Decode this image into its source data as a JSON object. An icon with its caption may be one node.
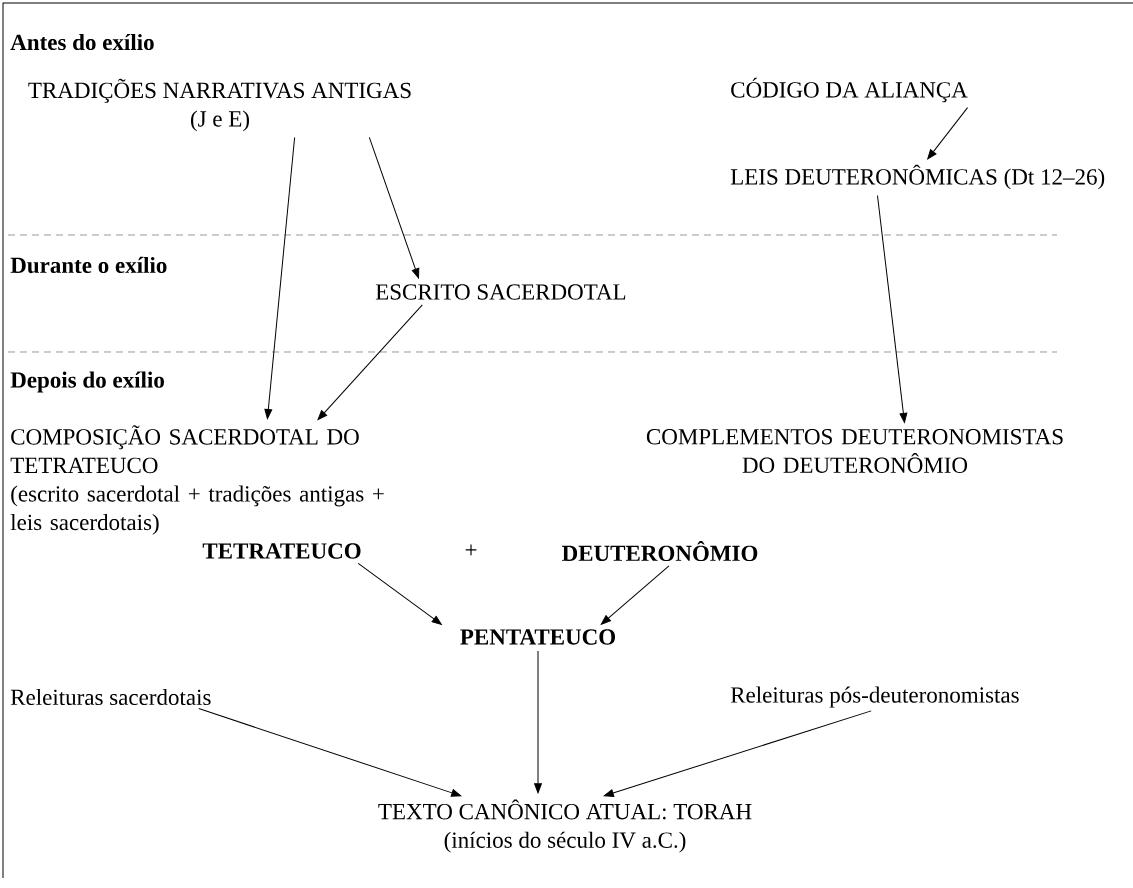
{
  "diagram": {
    "nodes": [
      {
        "text": [
          "TRADIÇÕES NARRATIVAS ANTIGAS",
          "(J e E)"
        ]
      },
      {
        "text": [
          "CÓDIGO DA ALIANÇA"
        ]
      },
      {
        "text": [
          "LEIS DEUTERONÔMICAS (Dt 12–26)"
        ]
      },
      {
        "text": [
          "ESCRITO SACERDOTAL"
        ]
      },
      {
        "text": [
          "COMPOSIÇÃO SACERDOTAL DO TETRATEUCO",
          "(escrito sacerdotal + tradições antigas + leis sacerdotais)"
        ]
      },
      {
        "text": [
          "COMPLEMENTOS DEUTERONOMISTAS DO DEUTERONÔMIO"
        ]
      },
      {
        "text": [
          "TETRATEUCO"
        ]
      },
      {
        "text": [
          "DEUTERONÔMIO"
        ]
      },
      {
        "text": [
          "PENTATEUCO"
        ]
      },
      {
        "text": [
          "Releituras sacerdotais"
        ]
      },
      {
        "text": [
          "Releituras pós-deuteronomistas"
        ]
      },
      {
        "text": [
          "TEXTO CANÔNICO ATUAL: TORAH",
          "(inícios do século IV a.C.)"
        ]
      }
    ],
    "edges": [
      {
        "from": 0,
        "to": 4,
        "arrow": "to"
      },
      {
        "from": 0,
        "to": 3,
        "arrow": "to"
      },
      {
        "from": 1,
        "to": 2,
        "arrow": "to"
      },
      {
        "from": 2,
        "to": 5,
        "arrow": "to"
      },
      {
        "from": 3,
        "to": 4,
        "arrow": "to"
      },
      {
        "from": 6,
        "to": 8,
        "arrow": "to"
      },
      {
        "from": 7,
        "to": 8,
        "arrow": "to"
      },
      {
        "from": 8,
        "to": 11,
        "arrow": "to"
      },
      {
        "from": 9,
        "to": 11,
        "arrow": "to"
      },
      {
        "from": 10,
        "to": 11,
        "arrow": "to"
      }
    ],
    "labels": [
      "Antes do exílio",
      "Durante o exílio",
      "Depois do exílio",
      "+"
    ]
  }
}
